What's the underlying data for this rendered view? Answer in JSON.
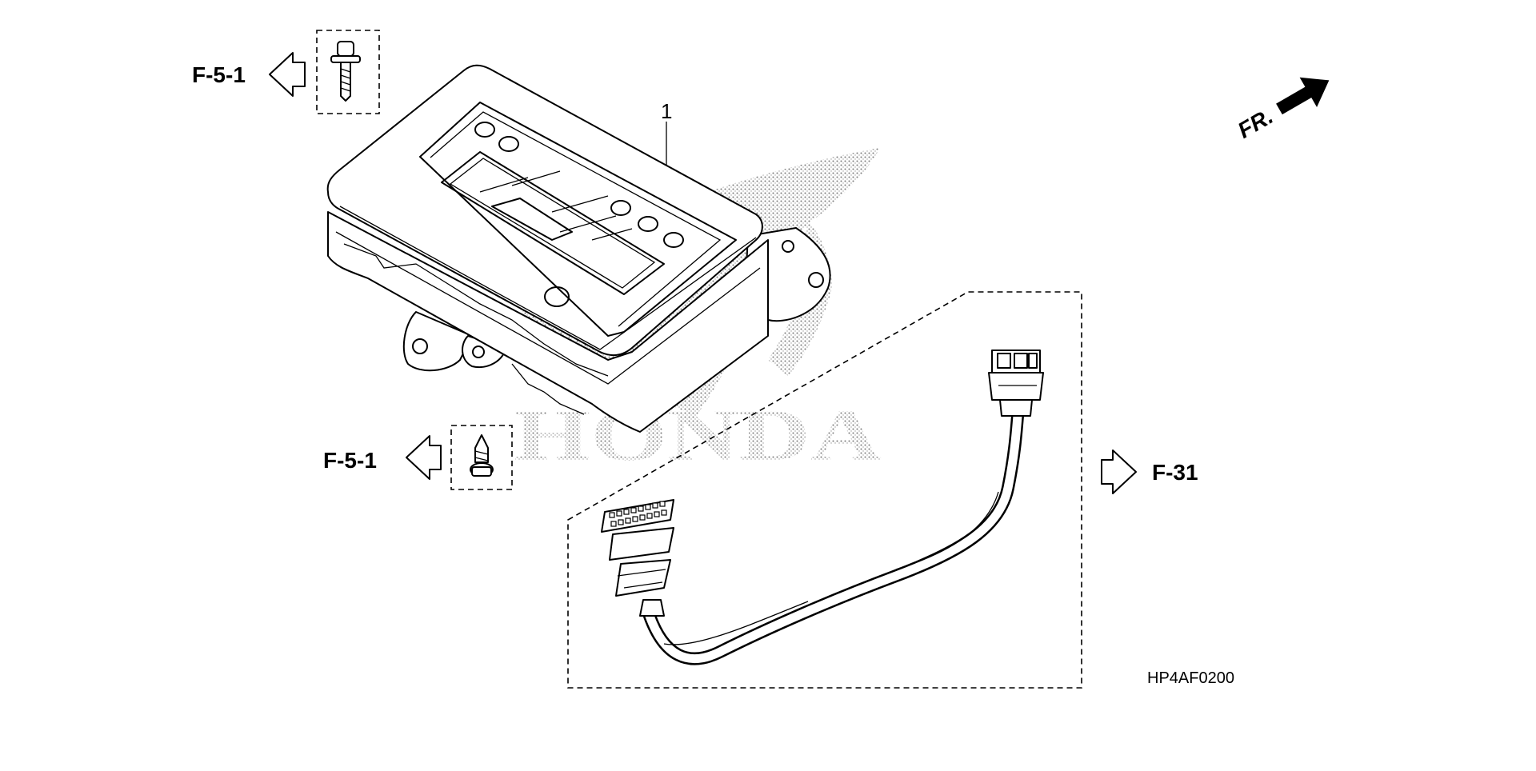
{
  "diagram": {
    "refs": {
      "top_left": "F-5-1",
      "mid_left": "F-5-1",
      "right": "F-31"
    },
    "direction_label": "FR.",
    "part_callout": "1",
    "watermark": "HONDA",
    "drawing_code": "HP4AF0200"
  },
  "colors": {
    "ink": "#000000",
    "paper": "#ffffff",
    "watermark_dots": "#7a7a7a"
  },
  "icons": [
    "hollow-left-arrow-icon",
    "hollow-right-arrow-icon",
    "solid-front-arrow-icon",
    "bolt-icon",
    "screw-icon"
  ]
}
